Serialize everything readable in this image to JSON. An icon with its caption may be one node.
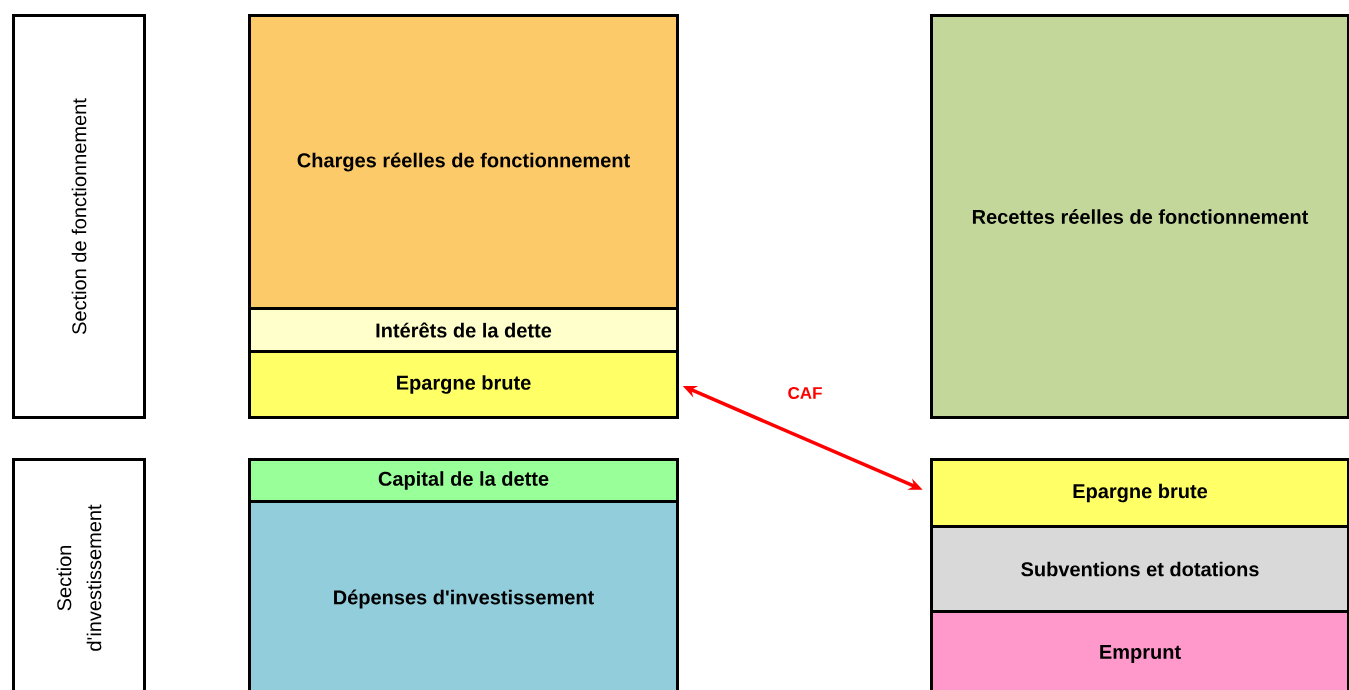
{
  "diagram": {
    "nodes": [
      {
        "text": [
          "Section de fonctionnement"
        ]
      },
      {
        "text": [
          "Charges réelles de fonctionnement"
        ]
      },
      {
        "text": [
          "Intérêts de la dette"
        ]
      },
      {
        "text": [
          "Epargne brute"
        ]
      },
      {
        "text": [
          "Recettes réelles de fonctionnement"
        ]
      },
      {
        "text": [
          "Section d'investissement"
        ]
      },
      {
        "text": [
          "Capital de la dette"
        ]
      },
      {
        "text": [
          "Dépenses d'investissement"
        ]
      },
      {
        "text": [
          "Epargne brute"
        ]
      },
      {
        "text": [
          "Subventions et dotations"
        ]
      },
      {
        "text": [
          "Emprunt"
        ]
      }
    ],
    "edges": [
      {
        "from": 3,
        "to": 8,
        "arrow": "both",
        "label": "CAF",
        "color": "#ff0000"
      }
    ]
  }
}
